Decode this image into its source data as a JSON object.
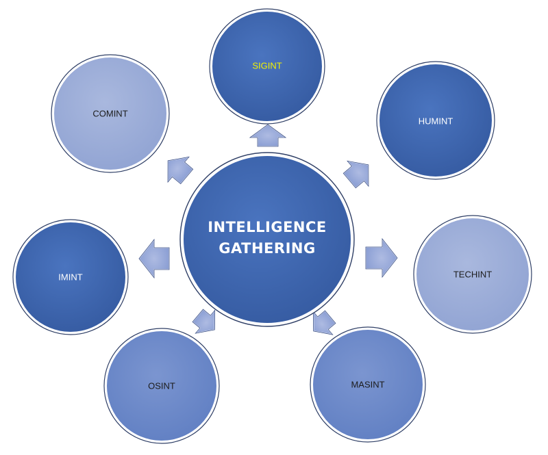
{
  "diagram": {
    "center": {
      "line1": "INTELLIGENCE",
      "line2": "GATHERING"
    },
    "nodes": {
      "sigint": "SIGINT",
      "humint": "HUMINT",
      "techint": "TECHINT",
      "masint": "MASINT",
      "osint": "OSINT",
      "imint": "IMINT",
      "comint": "COMINT"
    }
  },
  "colors": {
    "dark_blue": "#3f66b0",
    "mid_blue": "#6b86c8",
    "light_blue": "#9aabd6",
    "sigint_text": "#f2f200"
  }
}
